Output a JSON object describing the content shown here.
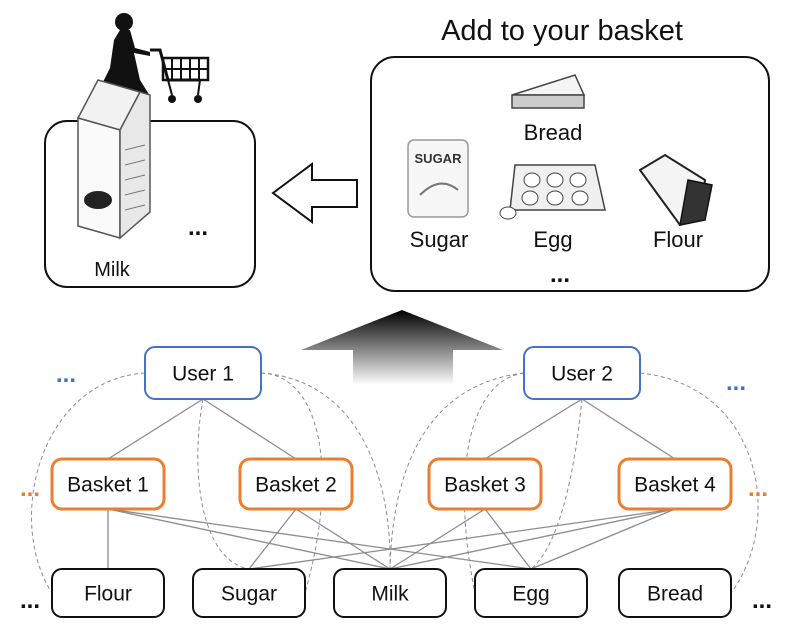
{
  "header": {
    "title": "Add to your basket"
  },
  "basket_panel": {
    "items": [
      "Milk"
    ],
    "more": "..."
  },
  "catalog_panel": {
    "items": [
      "Bread",
      "Sugar",
      "Egg",
      "Flour"
    ],
    "more": "..."
  },
  "graph": {
    "users": [
      "User 1",
      "User 2"
    ],
    "baskets": [
      "Basket 1",
      "Basket 2",
      "Basket 3",
      "Basket 4"
    ],
    "products": [
      "Flour",
      "Sugar",
      "Milk",
      "Egg",
      "Bread"
    ],
    "ellipsis": "...",
    "colors": {
      "user_border": "#4472C4",
      "basket_border": "#ED7D31",
      "product_border": "#111111",
      "edge": "#8c8c8c"
    }
  }
}
